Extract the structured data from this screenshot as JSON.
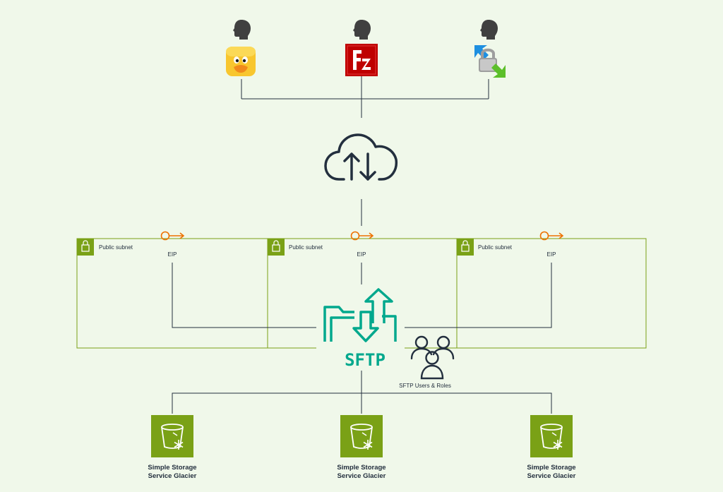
{
  "diagram": {
    "subnets": [
      {
        "label": "Public subnet",
        "eip_label": "EIP"
      },
      {
        "label": "Public subnet",
        "eip_label": "EIP"
      },
      {
        "label": "Public subnet",
        "eip_label": "EIP"
      }
    ],
    "sftp_label": "SFTP",
    "users_roles_label": "SFTP Users & Roles",
    "storage": [
      {
        "line1": "Simple Storage",
        "line2": "Service Glacier"
      },
      {
        "line1": "Simple Storage",
        "line2": "Service Glacier"
      },
      {
        "line1": "Simple Storage",
        "line2": "Service Glacier"
      }
    ],
    "clients": [
      {
        "icon": "cyberduck-icon"
      },
      {
        "icon": "filezilla-icon"
      },
      {
        "icon": "winscp-icon"
      }
    ],
    "colors": {
      "background": "#f0f8ea",
      "subnet_border": "#7aa116",
      "aws_green": "#7aa116",
      "sftp_teal": "#01a88d",
      "eip_orange": "#ed7100",
      "line": "#232f3e",
      "filezilla_red": "#bf0000"
    }
  }
}
